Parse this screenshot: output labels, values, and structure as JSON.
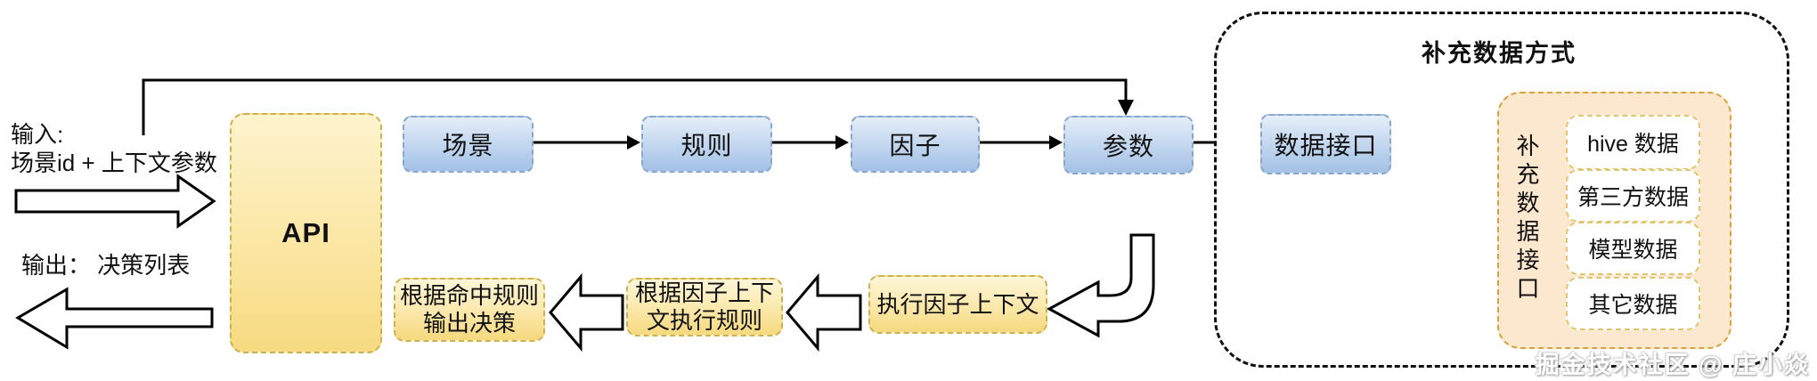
{
  "left": {
    "input_line1": "输入:",
    "input_line2": "场景id + 上下文参数",
    "output_label": "输出： 决策列表"
  },
  "api": {
    "label": "API"
  },
  "top_flow": {
    "scene": "场景",
    "rule": "规则",
    "factor": "因子",
    "param": "参数",
    "data_interface": "数据接口"
  },
  "bottom_flow": {
    "box1_line1": "根据命中规则",
    "box1_line2": "输出决策",
    "box2_line1": "根据因子上下",
    "box2_line2": "文执行规则",
    "box3": "执行因子上下文"
  },
  "supplement": {
    "title": "补充数据方式",
    "interface_label": "补充数据接口",
    "sources": [
      "hive 数据",
      "第三方数据",
      "模型数据",
      "其它数据"
    ]
  },
  "watermark": "掘金技术社区 @ 庄小焱",
  "colors": {
    "blue_box_top": "#e6eef9",
    "blue_box_bottom": "#a3c1e6",
    "blue_border": "#8ba6cb",
    "yellow_box_top": "#fdf6d8",
    "yellow_box_bottom": "#f6d97e",
    "yellow_border": "#cdb052",
    "orange_bg": "#fbe8ce",
    "orange_border": "#d9a23c",
    "source_box_border": "#e3c470",
    "container_border": "#111111",
    "text": "#111111"
  }
}
